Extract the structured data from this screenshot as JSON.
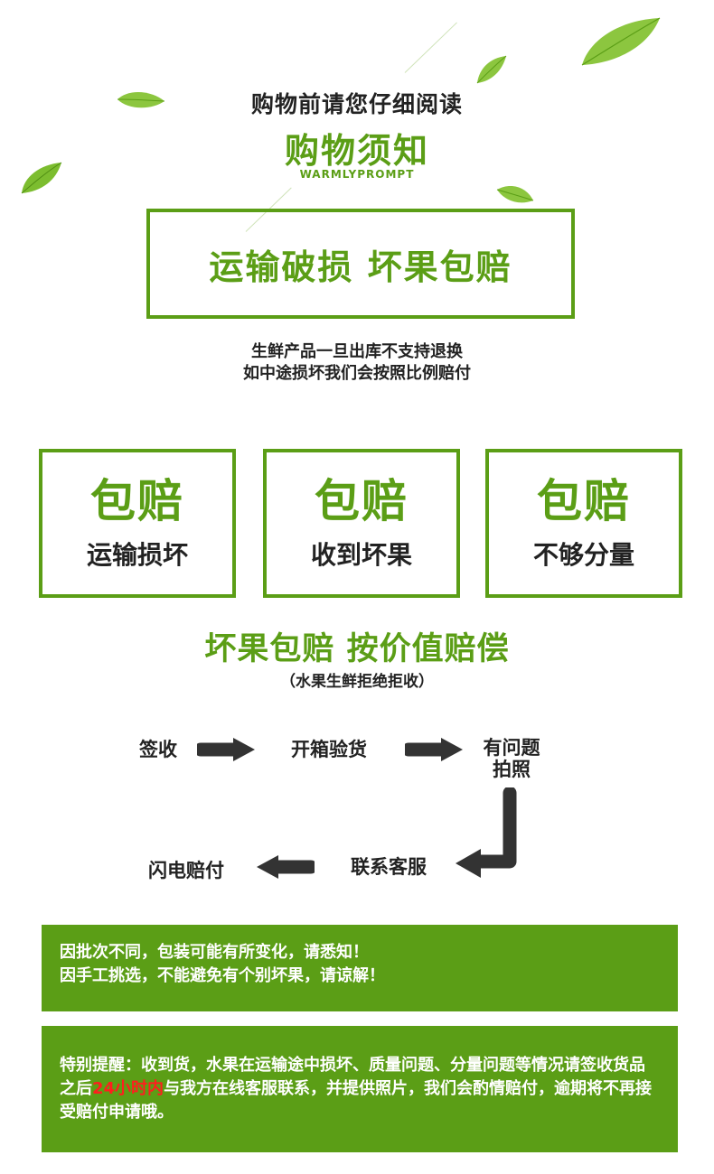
{
  "header": {
    "pre_title": "购物前请您仔细阅读",
    "title": "购物须知",
    "subtitle_en": "WARMLYPROMPT"
  },
  "headline": "运输破损 坏果包赔",
  "policy": {
    "line1": "生鲜产品一旦出库不支持退换",
    "line2": "如中途损坏我们会按照比例赔付"
  },
  "cards": [
    {
      "big": "包赔",
      "small": "运输损坏"
    },
    {
      "big": "包赔",
      "small": "收到坏果"
    },
    {
      "big": "包赔",
      "small": "不够分量"
    }
  ],
  "slogan": {
    "main": "坏果包赔 按价值赔偿",
    "sub": "（水果生鲜拒绝拒收）"
  },
  "flow": {
    "step1": "签收",
    "step2": "开箱验货",
    "step3_line1": "有问题",
    "step3_line2": "拍照",
    "step4": "联系客服",
    "step5": "闪电赔付"
  },
  "notes": {
    "note1_line1": "因批次不同，包装可能有所变化，请悉知！",
    "note1_line2": "因手工挑选，不能避免有个别坏果，请谅解！",
    "note2_part1": "特别提醒：收到货，水果在运输途中损坏、质量问题、分量问题等情况请签收货品之后",
    "note2_highlight": "24小时内",
    "note2_part2": "与我方在线客服联系，并提供照片，我们会酌情赔付，逾期将不再接受赔付申请哦。"
  },
  "colors": {
    "brand_green": "#5b9e16",
    "highlight_red": "#ff1e1e"
  }
}
